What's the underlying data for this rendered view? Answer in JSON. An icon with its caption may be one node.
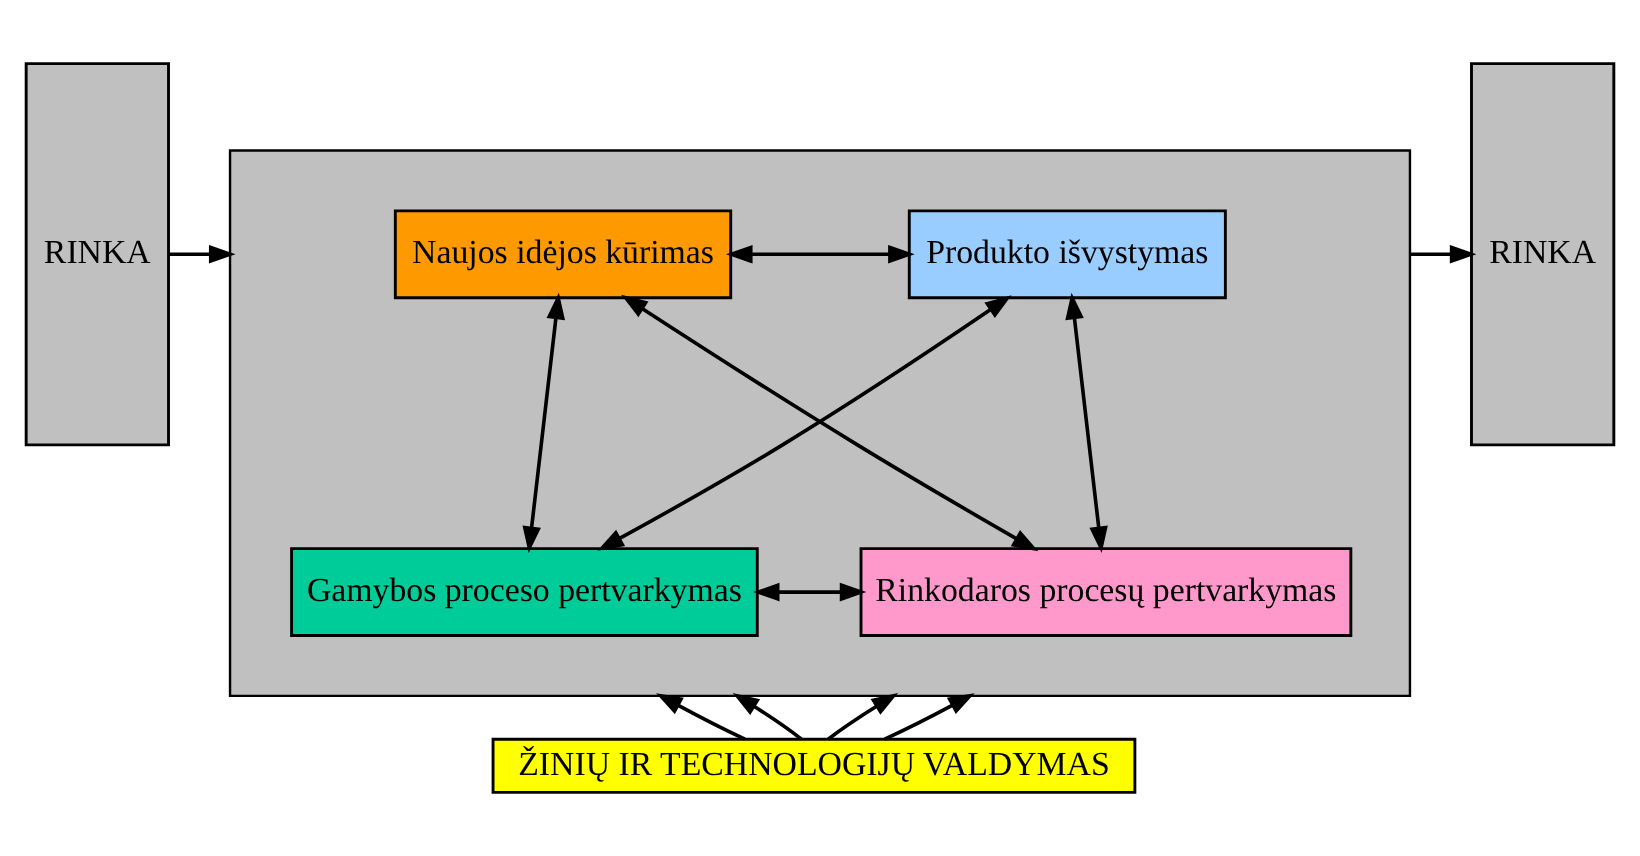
{
  "diagram": {
    "nodes": [
      {
        "text": [
          "RINKA"
        ]
      },
      {
        "text": [],
        "shape": "box"
      },
      {
        "text": [
          "Naujos idėjos kūrimas"
        ],
        "in": 1
      },
      {
        "text": [
          "Produkto išvystymas"
        ],
        "in": 1
      },
      {
        "text": [
          "Gamybos proceso pertvarkymas"
        ],
        "in": 1
      },
      {
        "text": [
          "Rinkodaros procesų pertvarkymas"
        ],
        "in": 1
      },
      {
        "text": [
          "RINKA"
        ]
      },
      {
        "text": [
          "ŽINIŲ IR TECHNOLOGIJŲ VALDYMAS"
        ]
      }
    ],
    "edges": [
      {
        "from": 0,
        "to": 1,
        "arrow": "to"
      },
      {
        "from": 1,
        "to": 6,
        "arrow": "to"
      },
      {
        "from": 2,
        "to": 3,
        "arrow": "both"
      },
      {
        "from": 2,
        "to": 4,
        "arrow": "both"
      },
      {
        "from": 3,
        "to": 5,
        "arrow": "both"
      },
      {
        "from": 2,
        "to": 5,
        "arrow": "both"
      },
      {
        "from": 3,
        "to": 4,
        "arrow": "both"
      },
      {
        "from": 4,
        "to": 5,
        "arrow": "both"
      },
      {
        "from": 7,
        "to": 1,
        "arrow": "to"
      },
      {
        "from": 7,
        "to": 1,
        "arrow": "to"
      },
      {
        "from": 7,
        "to": 1,
        "arrow": "to"
      },
      {
        "from": 7,
        "to": 1,
        "arrow": "to"
      }
    ]
  }
}
